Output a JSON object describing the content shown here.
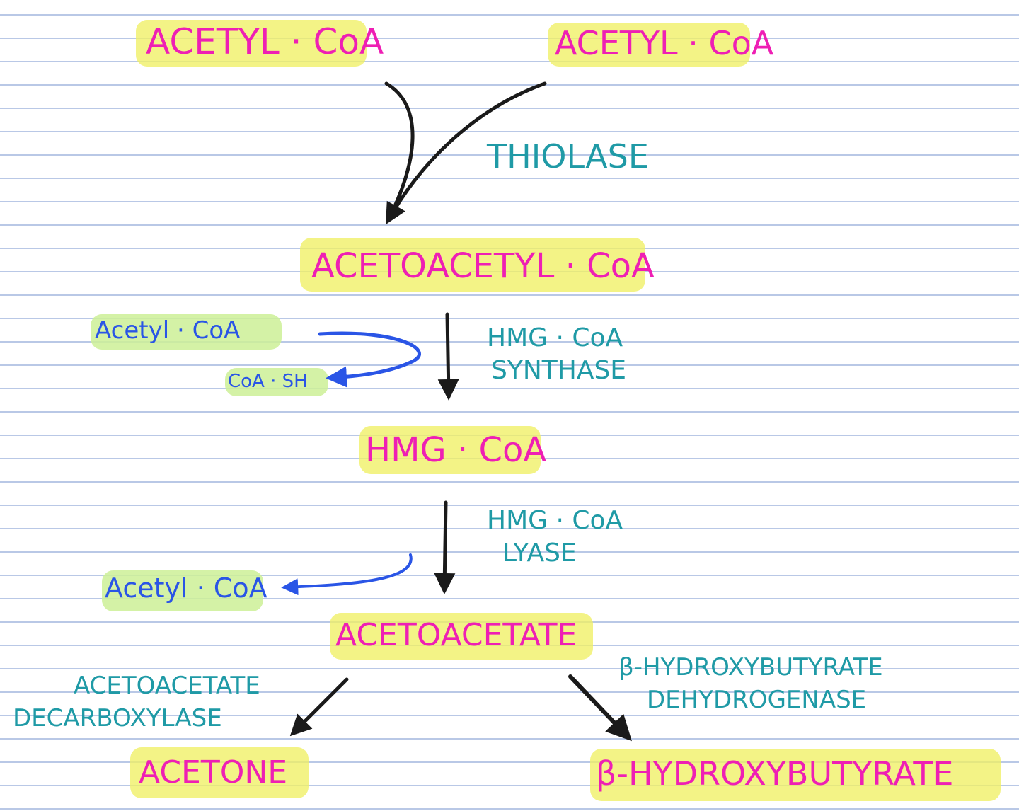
{
  "molecules": {
    "acetyl_coa_left": "ACETYL · CoA",
    "acetyl_coa_right": "ACETYL · CoA",
    "acetoacetyl_coa": "ACETOACETYL · CoA",
    "hmg_coa": "HMG · CoA",
    "acetoacetate": "ACETOACETATE",
    "acetone": "ACETONE",
    "beta_hydroxybutyrate": "β-HYDROXYBUTYRATE"
  },
  "side_inputs": {
    "acetyl_coa_in": "Acetyl · CoA",
    "coa_sh_out": "CoA · SH",
    "acetyl_coa_out": "Acetyl · CoA"
  },
  "enzymes": {
    "thiolase": "THIOLASE",
    "hmg_coa_synthase_line1": "HMG · CoA",
    "hmg_coa_synthase_line2": "SYNTHASE",
    "hmg_coa_lyase_line1": "HMG · CoA",
    "hmg_coa_lyase_line2": "LYASE",
    "acetoacetate_decarboxylase_line1": "ACETOACETATE",
    "acetoacetate_decarboxylase_line2": "DECARBOXYLASE",
    "bhb_dehydrogenase_line1": "β-HYDROXYBUTYRATE",
    "bhb_dehydrogenase_line2": "DEHYDROGENASE"
  },
  "colors": {
    "metabolite": "#ee1fb4",
    "enzyme": "#1f9aa6",
    "side_reactant": "#2a55e6",
    "highlight_yellow": "#f0f064",
    "highlight_green": "#cdf096",
    "arrow": "#1a1a1a",
    "ruled_line": "#b9c8e6"
  }
}
